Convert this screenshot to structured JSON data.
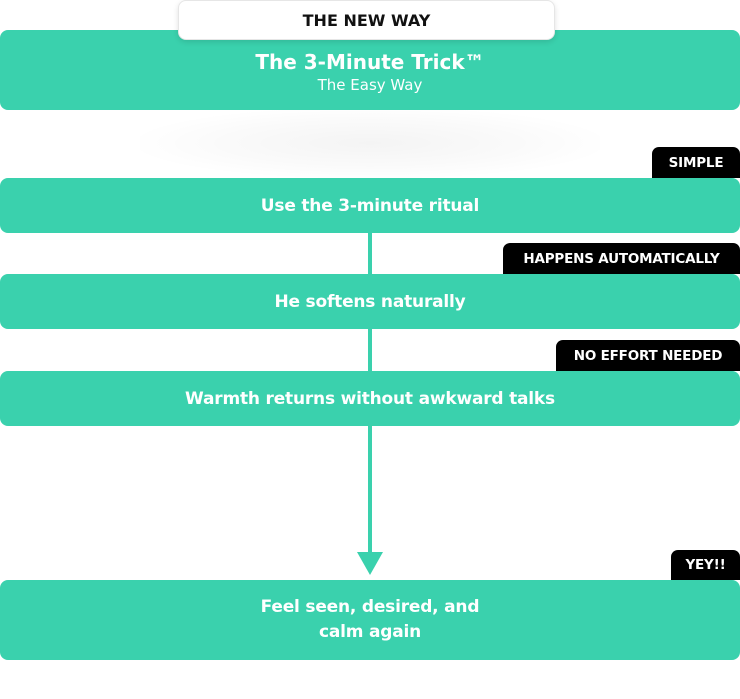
{
  "header_pill": {
    "label": "THE NEW WAY"
  },
  "header_box": {
    "title": "The 3-Minute Trick™",
    "subtitle": "The Easy Way"
  },
  "steps": [
    {
      "tag": "SIMPLE",
      "text": "Use the 3-minute ritual"
    },
    {
      "tag": "HAPPENS AUTOMATICALLY",
      "text": "He softens naturally"
    },
    {
      "tag": "NO EFFORT NEEDED",
      "text": "Warmth returns without awkward talks"
    },
    {
      "tag": "YEY!!",
      "text_line1": "Feel seen, desired, and",
      "text_line2": "calm again"
    }
  ],
  "colors": {
    "accent": "#3ad1ad",
    "tag_bg": "#000000",
    "text_on_accent": "#ffffff"
  },
  "icons": {
    "arrow": "arrow-down-icon"
  }
}
